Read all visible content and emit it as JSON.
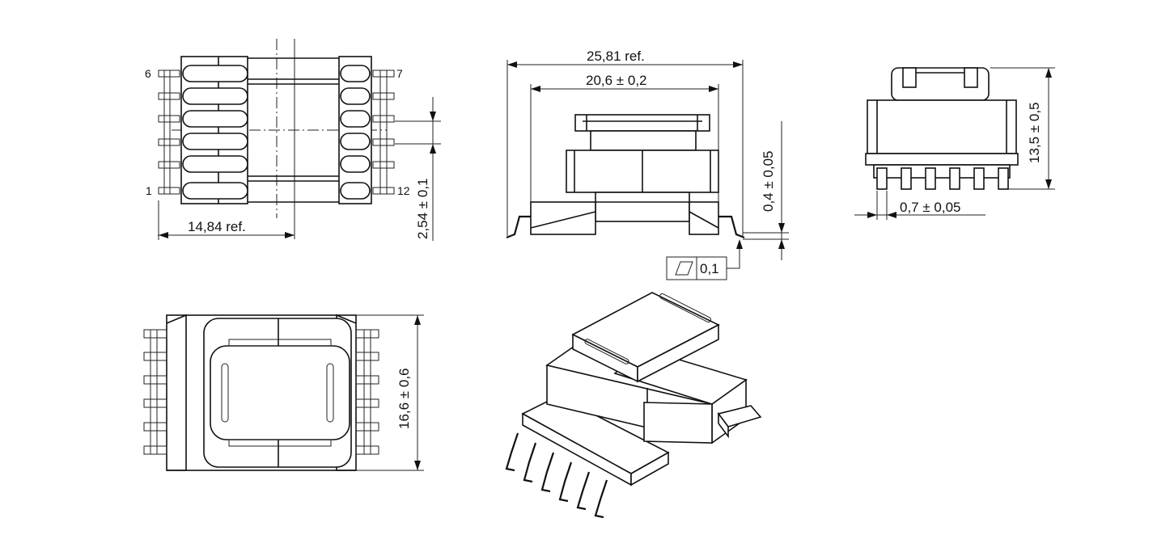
{
  "views": {
    "bottom": {
      "pin_labels": [
        "6",
        "7",
        "1",
        "12"
      ],
      "pitch_dim": "2,54 ± 0,1",
      "width_dim": "14,84  ref."
    },
    "front": {
      "overall_dim": "25,81  ref.",
      "body_dim": "20,6 ± 0,2",
      "standoff_dim": "0,4 ± 0,05",
      "flatness_value": "0,1"
    },
    "side": {
      "height_dim": "13,5 ± 0,5",
      "pin_width_dim": "0,7 ± 0,05"
    },
    "top": {
      "depth_dim": "16,6 ± 0,6"
    }
  },
  "colors": {
    "line": "#111111",
    "background": "#ffffff"
  },
  "icons": {
    "flatness_symbol": "parallelogram-flatness-icon"
  }
}
